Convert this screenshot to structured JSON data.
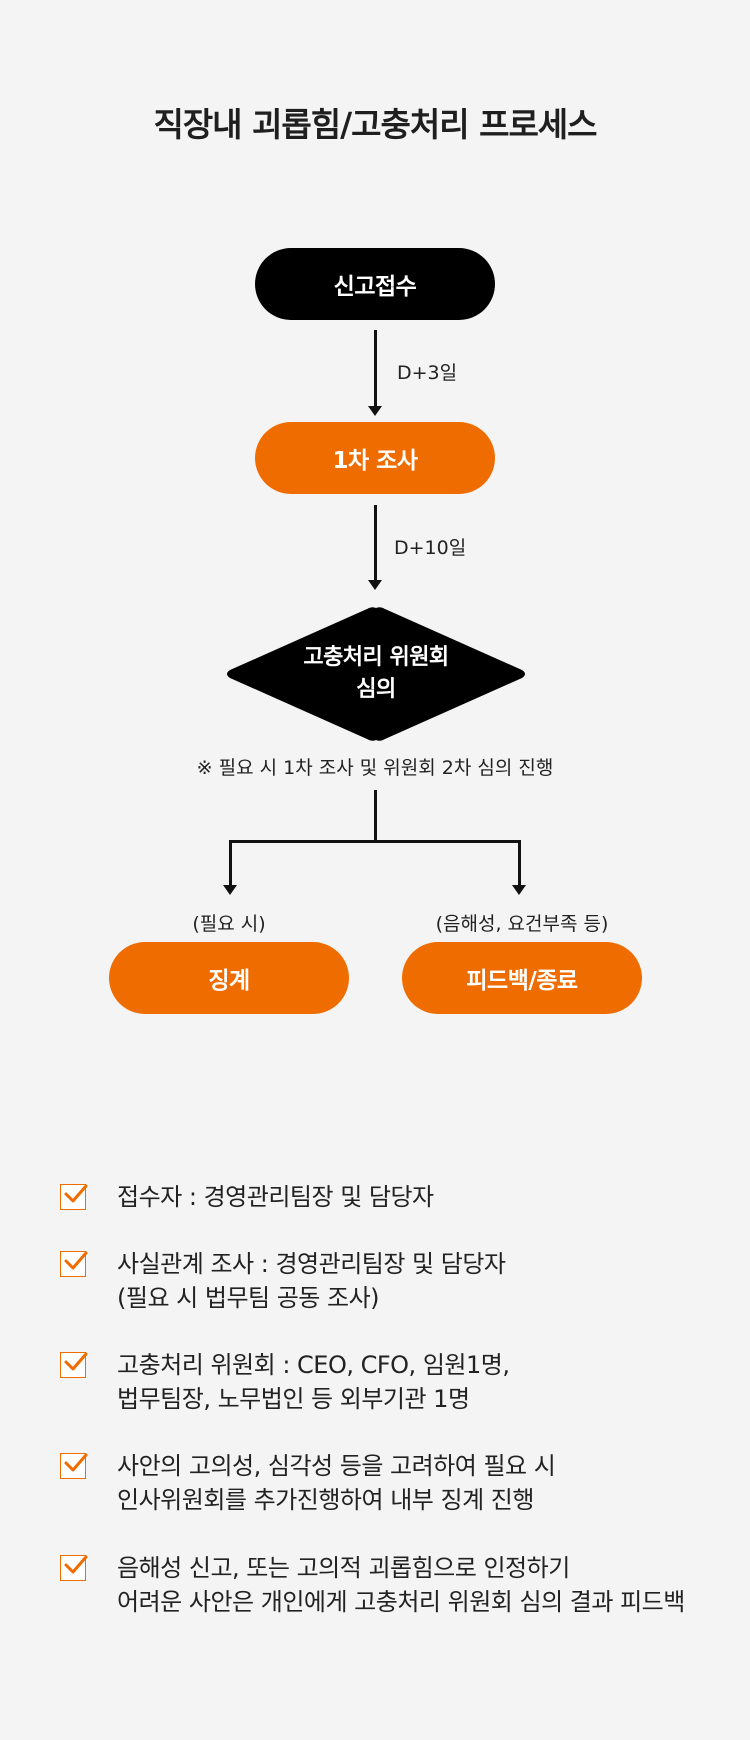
{
  "title": "직장내 괴롭힘/고충처리 프로세스",
  "flow": {
    "step1": "신고접수",
    "edge1": "D+3일",
    "step2": "1차 조사",
    "edge2": "D+10일",
    "decision_line1": "고충처리 위원회",
    "decision_line2": "심의",
    "note": "※ 필요 시 1차 조사 및 위원회 2차 심의 진행",
    "left_condition": "(필요 시)",
    "left_outcome": "징계",
    "right_condition": "(음해성, 요건부족 등)",
    "right_outcome": "피드백/종료"
  },
  "checklist": [
    {
      "lines": [
        "접수자 : 경영관리팀장 및 담당자"
      ]
    },
    {
      "lines": [
        "사실관계 조사 : 경영관리팀장 및 담당자",
        "(필요 시 법무팀 공동 조사)"
      ]
    },
    {
      "lines": [
        "고충처리 위원회 : CEO, CFO, 임원1명,",
        "법무팀장, 노무법인 등 외부기관 1명"
      ]
    },
    {
      "lines": [
        "사안의 고의성, 심각성 등을 고려하여 필요 시",
        "인사위원회를 추가진행하여 내부 징계 진행"
      ]
    },
    {
      "lines": [
        "음해성 신고, 또는 고의적 괴롭힘으로 인정하기",
        "어려운 사안은 개인에게 고충처리 위원회 심의 결과 피드백"
      ]
    }
  ],
  "colors": {
    "accent": "#ef6c00",
    "dark": "#000000",
    "background": "#f4f4f4"
  },
  "icons": {
    "checkbox": "check-icon"
  }
}
